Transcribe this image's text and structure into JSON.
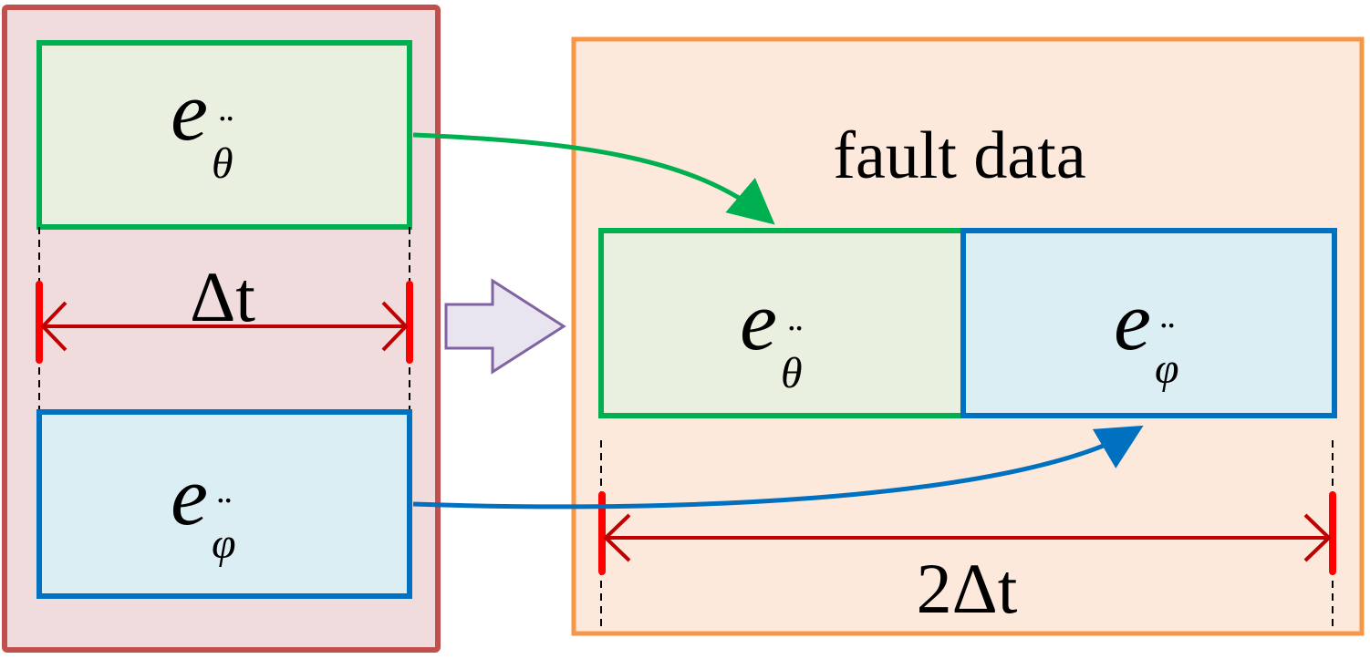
{
  "diagram": {
    "left_panel": {
      "block_top": {
        "base": "e",
        "subscript": "θ",
        "dots": "¨"
      },
      "interval_label": "Δt",
      "block_bottom": {
        "base": "e",
        "subscript": "φ",
        "dots": "¨"
      }
    },
    "right_panel": {
      "title": "fault data",
      "block_left": {
        "base": "e",
        "subscript": "θ",
        "dots": "¨"
      },
      "block_right": {
        "base": "e",
        "subscript": "φ",
        "dots": "¨"
      },
      "interval_label": "2Δt"
    },
    "colors": {
      "left_panel_fill": "#f0dcdc",
      "left_panel_border": "#c0504d",
      "right_panel_fill": "#fce9dc",
      "right_panel_border": "#f79646",
      "theta_block_fill": "#eaf0df",
      "theta_block_border": "#00b050",
      "phi_block_fill": "#dbeef3",
      "phi_block_border": "#0070c0",
      "interval_line": "#c00000",
      "interval_tick": "#ff0000",
      "transfer_arrow_fill": "#e8e4f0",
      "transfer_arrow_border": "#8064a2"
    }
  }
}
